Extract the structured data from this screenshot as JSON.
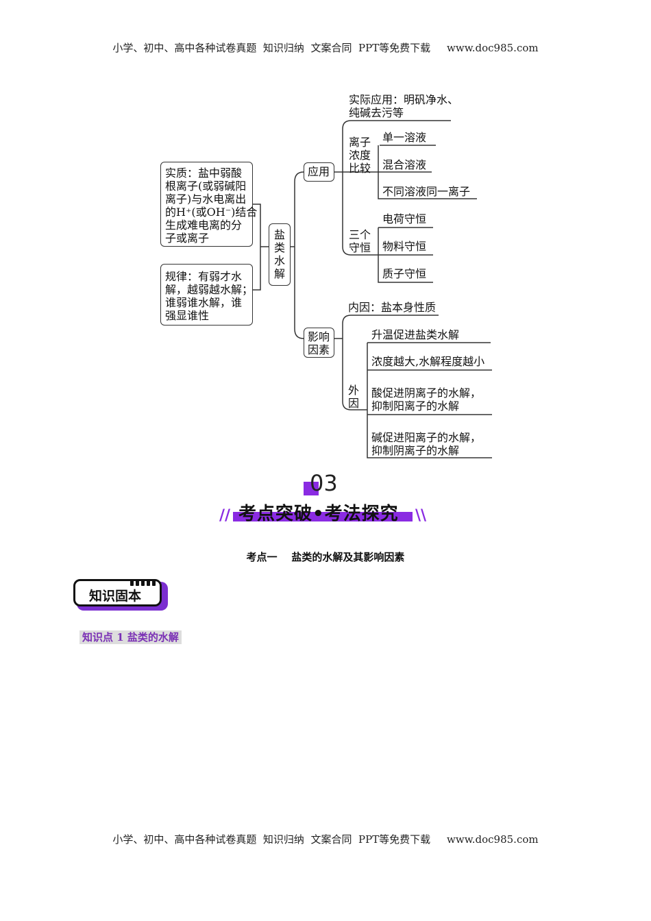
{
  "header": {
    "text": "小学、初中、高中各种试卷真题  知识归纳  文案合同  PPT等免费下载     www.doc985.com"
  },
  "footer": {
    "text": "小学、初中、高中各种试卷真题  知识归纳  文案合同  PPT等免费下载     www.doc985.com"
  },
  "mindmap": {
    "root": "盐\n类\n水\n解",
    "essence": "实质：盐中弱酸\n根离子(或弱碱阳\n离子)与水电离出\n的H⁺(或OH⁻)结合\n生成难电离的分\n子或离子",
    "rule": "规律：有弱才水\n解，越弱越水解；\n谁弱谁水解，谁\n强显谁性",
    "application": {
      "label": "应用",
      "practical": "实际应用：明矾净水、\n纯碱去污等",
      "compare_label": "离子\n浓度\n比较",
      "compare_items": [
        "单一溶液",
        "混合溶液",
        "不同溶液同一离子"
      ],
      "conservation_label": "三个\n守恒",
      "conservation_items": [
        "电荷守恒",
        "物料守恒",
        "质子守恒"
      ]
    },
    "factors": {
      "label": "影响\n因素",
      "internal": "内因：盐本身性质",
      "external_label": "外\n因",
      "external_items": [
        "升温促进盐类水解",
        "浓度越大,水解程度越小",
        "酸促进阴离子的水解，\n抑制阳离子的水解",
        "碱促进阳离子的水解，\n抑制阴离子的水解"
      ]
    }
  },
  "section": {
    "number": "03",
    "title": "考点突破•考法探究"
  },
  "topic_title": "考点一    盐类的水解及其影响因素",
  "badge": "知识固本",
  "knowledge_point": "知识点 1  盐类的水解",
  "colors": {
    "accent": "#8a2be2",
    "badge_bg": "#7b2fd0"
  }
}
